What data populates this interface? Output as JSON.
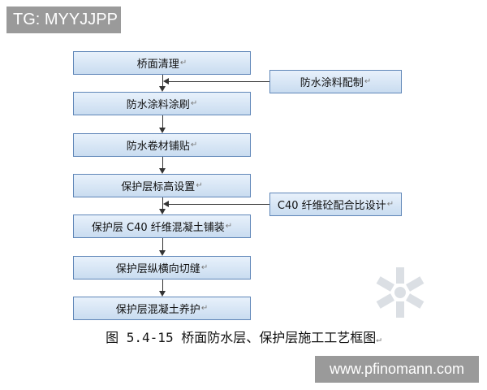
{
  "corner_tag": "TG: MYYJJPP",
  "site_tag": "www.pfinomann.com",
  "return_mark": "↵",
  "flow": {
    "steps": [
      {
        "label": "桥面清理"
      },
      {
        "label": "防水涂料涂刷"
      },
      {
        "label": "防水卷材铺贴"
      },
      {
        "label": "保护层标高设置"
      },
      {
        "label": "保护层 C40 纤维混凝土铺装"
      },
      {
        "label": "保护层纵横向切缝"
      },
      {
        "label": "保护层混凝土养护"
      }
    ],
    "inputs": [
      {
        "label": "防水涂料配制"
      },
      {
        "label": "C40 纤维砼配合比设计"
      }
    ]
  },
  "caption": "图 5.4-15 桥面防水层、保护层施工工艺框图",
  "colors": {
    "box_top": "#e8f1fb",
    "box_bottom": "#c9dcf0",
    "box_border": "#5f86b8",
    "connector": "#333333"
  }
}
